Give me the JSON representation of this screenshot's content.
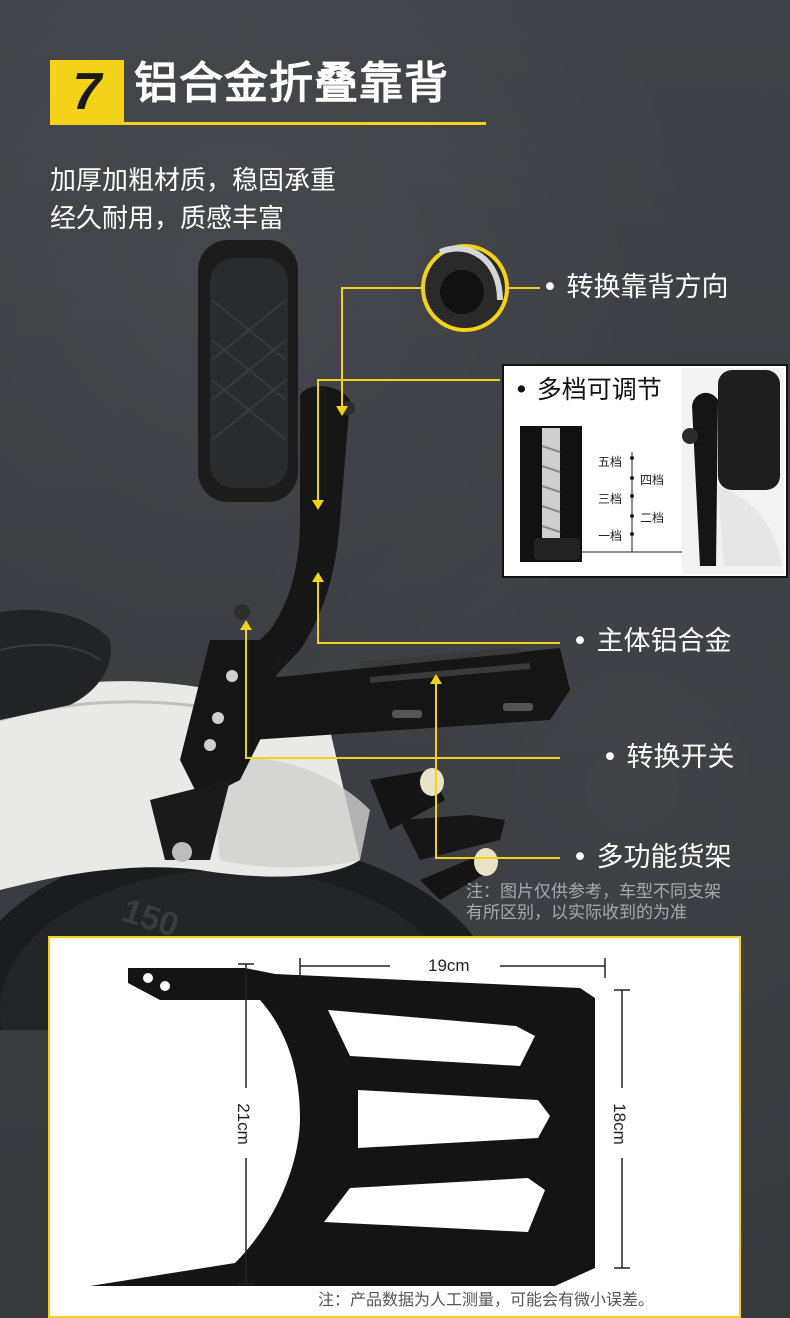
{
  "title": {
    "number": "7",
    "text": "铝合金折叠靠背"
  },
  "subtitle": {
    "line1": "加厚加粗材质，稳固承重",
    "line2": "经久耐用，质感丰富"
  },
  "callouts": {
    "rotate_direction": "• 转换靠背方向",
    "multi_level": "• 多档可调节",
    "aluminum_body": "• 主体铝合金",
    "switch": "• 转换开关",
    "rack": "• 多功能货架"
  },
  "gears": {
    "g5": "五档",
    "g4": "四档",
    "g3": "三档",
    "g2": "二档",
    "g1": "一档"
  },
  "photo_note": {
    "line1": "注：图片仅供参考，车型不同支架",
    "line2": "有所区别，以实际收到的为准"
  },
  "tire_text": "150",
  "dimensions": {
    "width": "19cm",
    "height_left": "21cm",
    "height_right": "18cm"
  },
  "bottom_note": "注：产品数据为人工测量，可能会有微小误差。",
  "colors": {
    "accent": "#f4d21a",
    "background": "#3b3d41",
    "bracket": "#151515"
  }
}
